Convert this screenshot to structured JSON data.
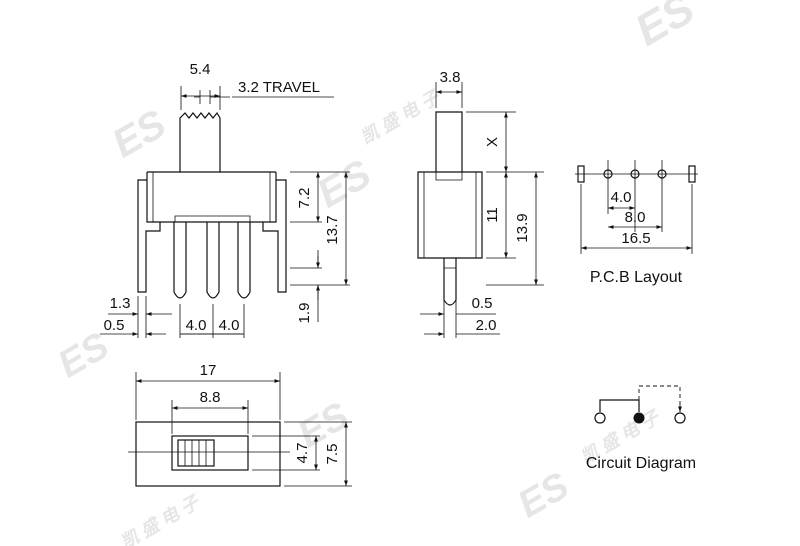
{
  "side_view": {
    "actuator_width": "5.4",
    "travel": "3.2 TRAVEL",
    "body_height": "7.2",
    "overall_height": "13.7",
    "pin_length": "1.9",
    "pin_width": "1.3",
    "pin_thickness": "0.5",
    "pin_pitch_1": "4.0",
    "pin_pitch_2": "4.0"
  },
  "end_view": {
    "actuator_width": "3.8",
    "actuator_height": "X",
    "body_height": "11",
    "overall_height": "13.9",
    "pin_thickness": "0.5",
    "pin_offset": "2.0"
  },
  "pcb_layout": {
    "pitch_1": "4.0",
    "pitch_2": "8.0",
    "span": "16.5",
    "title": "P.C.B Layout"
  },
  "top_view": {
    "length": "17",
    "slot_length": "8.8",
    "slot_width": "4.7",
    "body_width": "7.5"
  },
  "circuit": {
    "title": "Circuit Diagram"
  },
  "watermark": {
    "logo": "ES",
    "cjk": "凯 盛 电 子"
  }
}
